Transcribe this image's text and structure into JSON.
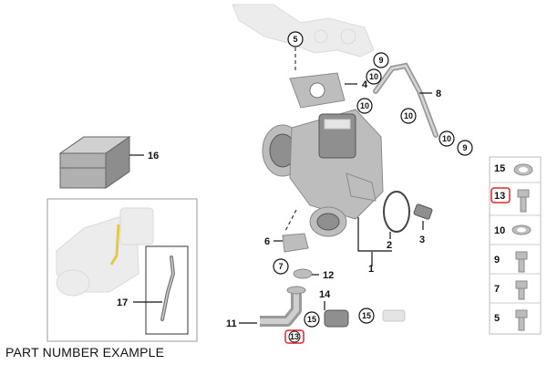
{
  "caption": "PART NUMBER EXAMPLE",
  "callouts": {
    "c1": "1",
    "c2": "2",
    "c3": "3",
    "c4": "4",
    "c5": "5",
    "c6": "6",
    "c7": "7",
    "c8": "8",
    "c9a": "9",
    "c9b": "9",
    "c10a": "10",
    "c10b": "10",
    "c10c": "10",
    "c10d": "10",
    "c11": "11",
    "c12": "12",
    "c13": "13",
    "c14": "14",
    "c15a": "15",
    "c15b": "15",
    "c16": "16",
    "c17": "17"
  },
  "side_panel": [
    "15",
    "13",
    "10",
    "9",
    "7",
    "5"
  ],
  "highlight_color": "#e0262b"
}
